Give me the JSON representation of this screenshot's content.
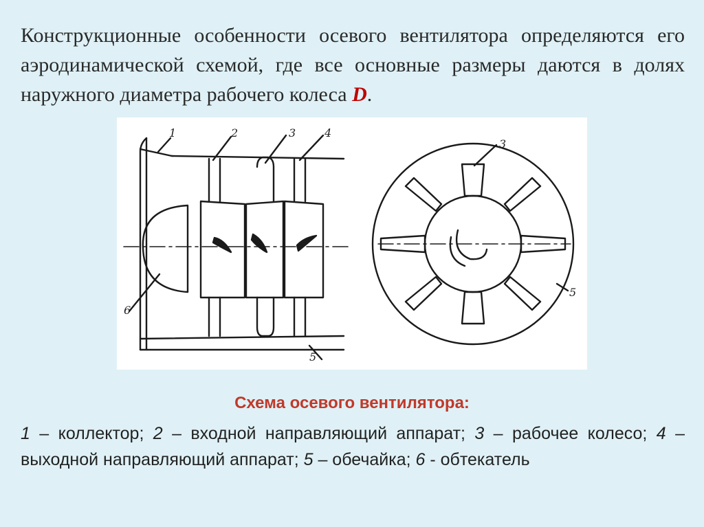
{
  "intro": {
    "text": "Конструкционные особенности осевого вентилятора определяются его аэродинамической схемой, где все основные размеры даются в долях наружного диаметра рабочего колеса ",
    "symbol": "D",
    "end": "."
  },
  "figure": {
    "side_labels": [
      "1",
      "2",
      "3",
      "4",
      "5",
      "6"
    ],
    "front_labels": [
      "3",
      "5"
    ]
  },
  "caption": {
    "title": "Схема осевого вентилятора:",
    "items": [
      {
        "num": "1",
        "text": " – коллектор; "
      },
      {
        "num": "2",
        "text": " – входной направляющий аппарат; "
      },
      {
        "num": "3",
        "text": " – рабочее колесо; "
      },
      {
        "num": "4",
        "text": " – выходной направляющий аппарат; "
      },
      {
        "num": "5",
        "text": " – обечайка; "
      },
      {
        "num": "6",
        "text": " - обтекатель"
      }
    ]
  }
}
